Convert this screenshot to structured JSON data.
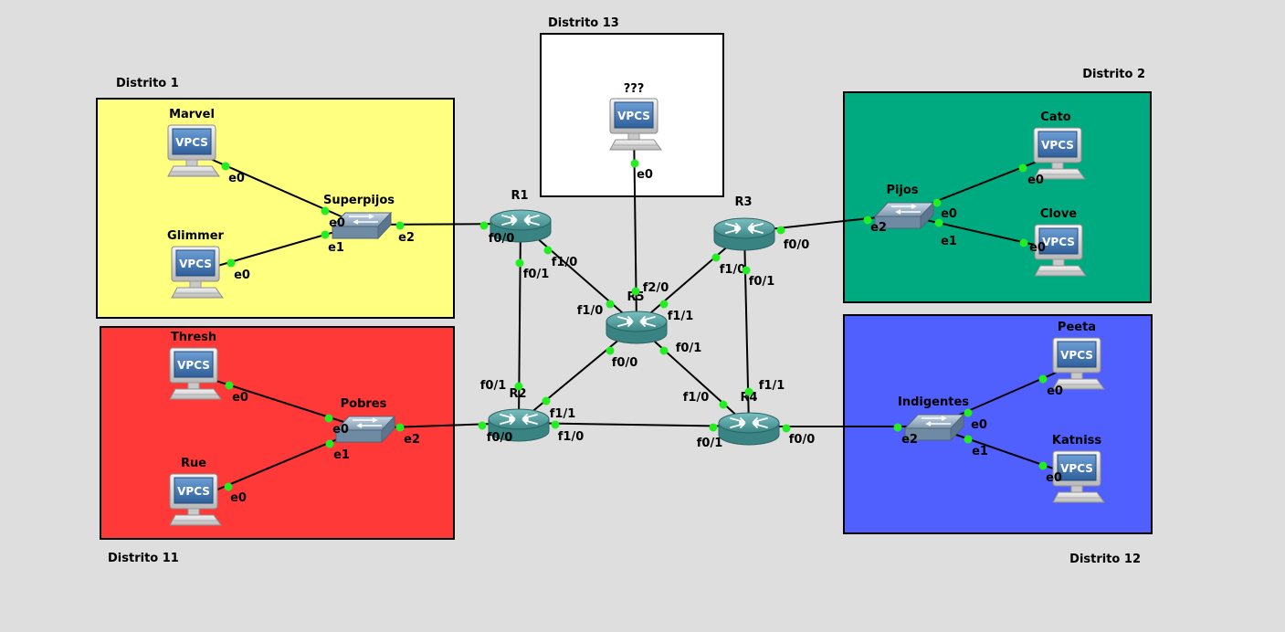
{
  "zones": [
    {
      "id": "d1",
      "label": "Distrito 1",
      "color": "#ffff80"
    },
    {
      "id": "d13",
      "label": "Distrito 13",
      "color": "#ffffff"
    },
    {
      "id": "d2",
      "label": "Distrito 2",
      "color": "#00aa80"
    },
    {
      "id": "d11",
      "label": "Distrito 11",
      "color": "#ff3838"
    },
    {
      "id": "d12",
      "label": "Distrito 12",
      "color": "#5060ff"
    }
  ],
  "hosts": [
    {
      "id": "marvel",
      "label": "Marvel",
      "icon_text": "VPCS"
    },
    {
      "id": "glimmer",
      "label": "Glimmer",
      "icon_text": "VPCS"
    },
    {
      "id": "unknown",
      "label": "???",
      "icon_text": "VPCS"
    },
    {
      "id": "cato",
      "label": "Cato",
      "icon_text": "VPCS"
    },
    {
      "id": "clove",
      "label": "Clove",
      "icon_text": "VPCS"
    },
    {
      "id": "thresh",
      "label": "Thresh",
      "icon_text": "VPCS"
    },
    {
      "id": "rue",
      "label": "Rue",
      "icon_text": "VPCS"
    },
    {
      "id": "peeta",
      "label": "Peeta",
      "icon_text": "VPCS"
    },
    {
      "id": "katniss",
      "label": "Katniss",
      "icon_text": "VPCS"
    }
  ],
  "switches": [
    {
      "id": "superpijos",
      "label": "Superpijos"
    },
    {
      "id": "pijos",
      "label": "Pijos"
    },
    {
      "id": "pobres",
      "label": "Pobres"
    },
    {
      "id": "indigentes",
      "label": "Indigentes"
    }
  ],
  "routers": [
    {
      "id": "r1",
      "label": "R1"
    },
    {
      "id": "r2",
      "label": "R2"
    },
    {
      "id": "r3",
      "label": "R3"
    },
    {
      "id": "r4",
      "label": "R4"
    },
    {
      "id": "r5",
      "label": "R5"
    }
  ],
  "links": [
    {
      "id": "marvel-superpijos",
      "a": "marvel",
      "a_port": "e0",
      "b": "superpijos",
      "b_port": "e0"
    },
    {
      "id": "glimmer-superpijos",
      "a": "glimmer",
      "a_port": "e0",
      "b": "superpijos",
      "b_port": "e1"
    },
    {
      "id": "superpijos-r1",
      "a": "superpijos",
      "a_port": "e2",
      "b": "r1",
      "b_port": "f0/0"
    },
    {
      "id": "r1-r2",
      "a": "r1",
      "a_port": "f0/1",
      "b": "r2",
      "b_port": "f0/1"
    },
    {
      "id": "r1-r5",
      "a": "r1",
      "a_port": "f1/0",
      "b": "r5",
      "b_port": "f1/0"
    },
    {
      "id": "unknown-r5",
      "a": "unknown",
      "a_port": "e0",
      "b": "r5",
      "b_port": "f2/0"
    },
    {
      "id": "r3-r5",
      "a": "r3",
      "a_port": "f1/0",
      "b": "r5",
      "b_port": "f1/1"
    },
    {
      "id": "r3-pijos",
      "a": "r3",
      "a_port": "f0/0",
      "b": "pijos",
      "b_port": "e2"
    },
    {
      "id": "pijos-cato",
      "a": "pijos",
      "a_port": "e0",
      "b": "cato",
      "b_port": "e0"
    },
    {
      "id": "pijos-clove",
      "a": "pijos",
      "a_port": "e1",
      "b": "clove",
      "b_port": "e0"
    },
    {
      "id": "r3-r4",
      "a": "r3",
      "a_port": "f0/1",
      "b": "r4",
      "b_port": "f1/1"
    },
    {
      "id": "r5-r2",
      "a": "r5",
      "a_port": "f0/0",
      "b": "r2",
      "b_port": "f1/1"
    },
    {
      "id": "r5-r4",
      "a": "r5",
      "a_port": "f0/1",
      "b": "r4",
      "b_port": "f1/0"
    },
    {
      "id": "r2-r4",
      "a": "r2",
      "a_port": "f1/0",
      "b": "r4",
      "b_port": "f0/1"
    },
    {
      "id": "pobres-r2",
      "a": "pobres",
      "a_port": "e2",
      "b": "r2",
      "b_port": "f0/0"
    },
    {
      "id": "thresh-pobres",
      "a": "thresh",
      "a_port": "e0",
      "b": "pobres",
      "b_port": "e0"
    },
    {
      "id": "rue-pobres",
      "a": "rue",
      "a_port": "e0",
      "b": "pobres",
      "b_port": "e1"
    },
    {
      "id": "r4-indigentes",
      "a": "r4",
      "a_port": "f0/0",
      "b": "indigentes",
      "b_port": "e2"
    },
    {
      "id": "indigentes-peeta",
      "a": "indigentes",
      "a_port": "e0",
      "b": "peeta",
      "b_port": "e0"
    },
    {
      "id": "indigentes-katniss",
      "a": "indigentes",
      "a_port": "e1",
      "b": "katniss",
      "b_port": "e0"
    }
  ],
  "colors": {
    "link": "#000000",
    "port_dot": "#22ee22",
    "router_top": "#5aa3a3",
    "router_side": "#3a8383",
    "switch_top": "#9fb8cc",
    "switch_side": "#6f8aa3",
    "vpcs_screen": "#4a7ab8"
  }
}
